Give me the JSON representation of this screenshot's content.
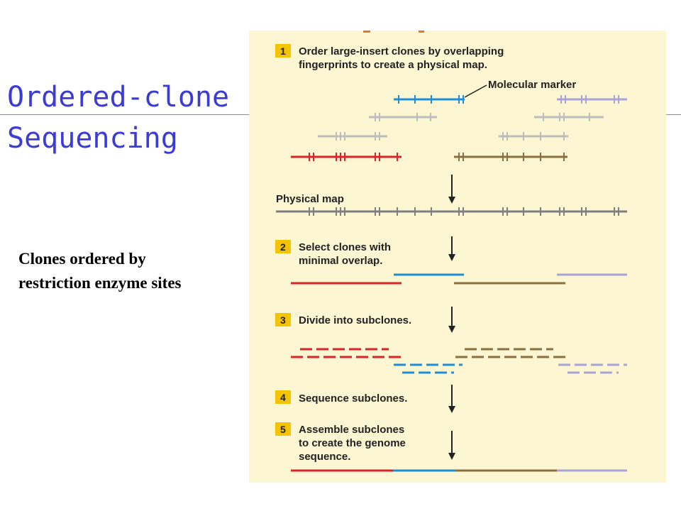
{
  "slide": {
    "title_line1": "Ordered-clone",
    "title_line2": "Sequencing",
    "caption_line1": "Clones ordered by",
    "caption_line2": "restriction enzyme sites"
  },
  "figure": {
    "step_box_color": "#f5c400",
    "clone_colors": {
      "red": "#d8232a",
      "blue": "#1e8fd6",
      "brown": "#8b6f3e",
      "lavender": "#a8a4d8",
      "gray": "#bdbdbd",
      "map": "#7f7f7f"
    },
    "steps": [
      {
        "num": "1",
        "lines": [
          "Order large-insert clones by overlapping",
          "fingerprints to create a physical map."
        ]
      },
      {
        "num": "2",
        "lines": [
          "Select clones with",
          "minimal overlap."
        ]
      },
      {
        "num": "3",
        "lines": [
          "Divide into subclones."
        ]
      },
      {
        "num": "4",
        "lines": [
          "Sequence subclones."
        ]
      },
      {
        "num": "5",
        "lines": [
          "Assemble subclones",
          "to create the genome",
          "sequence."
        ]
      }
    ],
    "labels": {
      "molecular_marker": "Molecular marker",
      "physical_map": "Physical map"
    }
  }
}
